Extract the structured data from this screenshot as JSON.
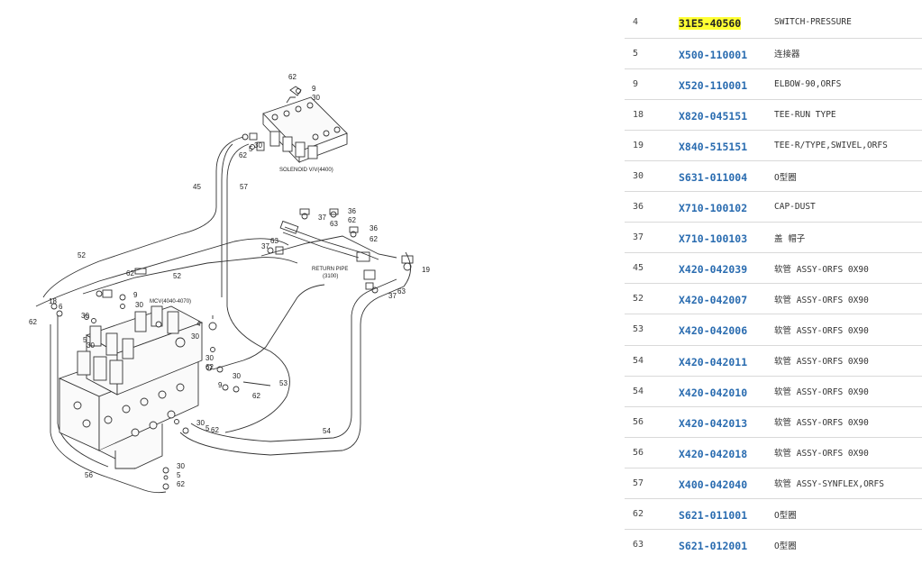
{
  "diagram": {
    "labels": {
      "solenoid": "SOLENOID V/V(4400)",
      "return_pipe_1": "RETURN PIPE",
      "return_pipe_2": "(3100)",
      "mcv": "MCV(4040-4070)"
    },
    "callouts": [
      "62",
      "9",
      "30",
      "62",
      "5",
      "30",
      "45",
      "57",
      "52",
      "62",
      "52",
      "18",
      "62",
      "6",
      "30",
      "9",
      "30",
      "5",
      "30",
      "4",
      "30",
      "36",
      "37",
      "63",
      "62",
      "36",
      "37",
      "63",
      "62",
      "19",
      "63",
      "37",
      "30",
      "62",
      "9",
      "30",
      "62",
      "53",
      "30",
      "5",
      "62",
      "30",
      "5",
      "62",
      "54",
      "56"
    ]
  },
  "parts": {
    "rows": [
      {
        "pos": "4",
        "pn": "31E5-40560",
        "desc": "SWITCH-PRESSURE",
        "highlight": true
      },
      {
        "pos": "5",
        "pn": "X500-110001",
        "desc": "连接器"
      },
      {
        "pos": "9",
        "pn": "X520-110001",
        "desc": "ELBOW-90,ORFS"
      },
      {
        "pos": "18",
        "pn": "X820-045151",
        "desc": "TEE-RUN TYPE"
      },
      {
        "pos": "19",
        "pn": "X840-515151",
        "desc": "TEE-R/TYPE,SWIVEL,ORFS"
      },
      {
        "pos": "30",
        "pn": "S631-011004",
        "desc": "O型圈"
      },
      {
        "pos": "36",
        "pn": "X710-100102",
        "desc": "CAP-DUST"
      },
      {
        "pos": "37",
        "pn": "X710-100103",
        "desc": "盖 帽子"
      },
      {
        "pos": "45",
        "pn": "X420-042039",
        "desc": "软管 ASSY-ORFS 0X90"
      },
      {
        "pos": "52",
        "pn": "X420-042007",
        "desc": "软管 ASSY-ORFS 0X90"
      },
      {
        "pos": "53",
        "pn": "X420-042006",
        "desc": "软管 ASSY-ORFS 0X90"
      },
      {
        "pos": "54",
        "pn": "X420-042011",
        "desc": "软管 ASSY-ORFS 0X90"
      },
      {
        "pos": "54",
        "pn": "X420-042010",
        "desc": "软管 ASSY-ORFS 0X90"
      },
      {
        "pos": "56",
        "pn": "X420-042013",
        "desc": "软管 ASSY-ORFS 0X90"
      },
      {
        "pos": "56",
        "pn": "X420-042018",
        "desc": "软管 ASSY-ORFS 0X90"
      },
      {
        "pos": "57",
        "pn": "X400-042040",
        "desc": "软管 ASSY-SYNFLEX,ORFS"
      },
      {
        "pos": "62",
        "pn": "S621-011001",
        "desc": "O型圈"
      },
      {
        "pos": "63",
        "pn": "S621-012001",
        "desc": "O型圈"
      }
    ]
  }
}
